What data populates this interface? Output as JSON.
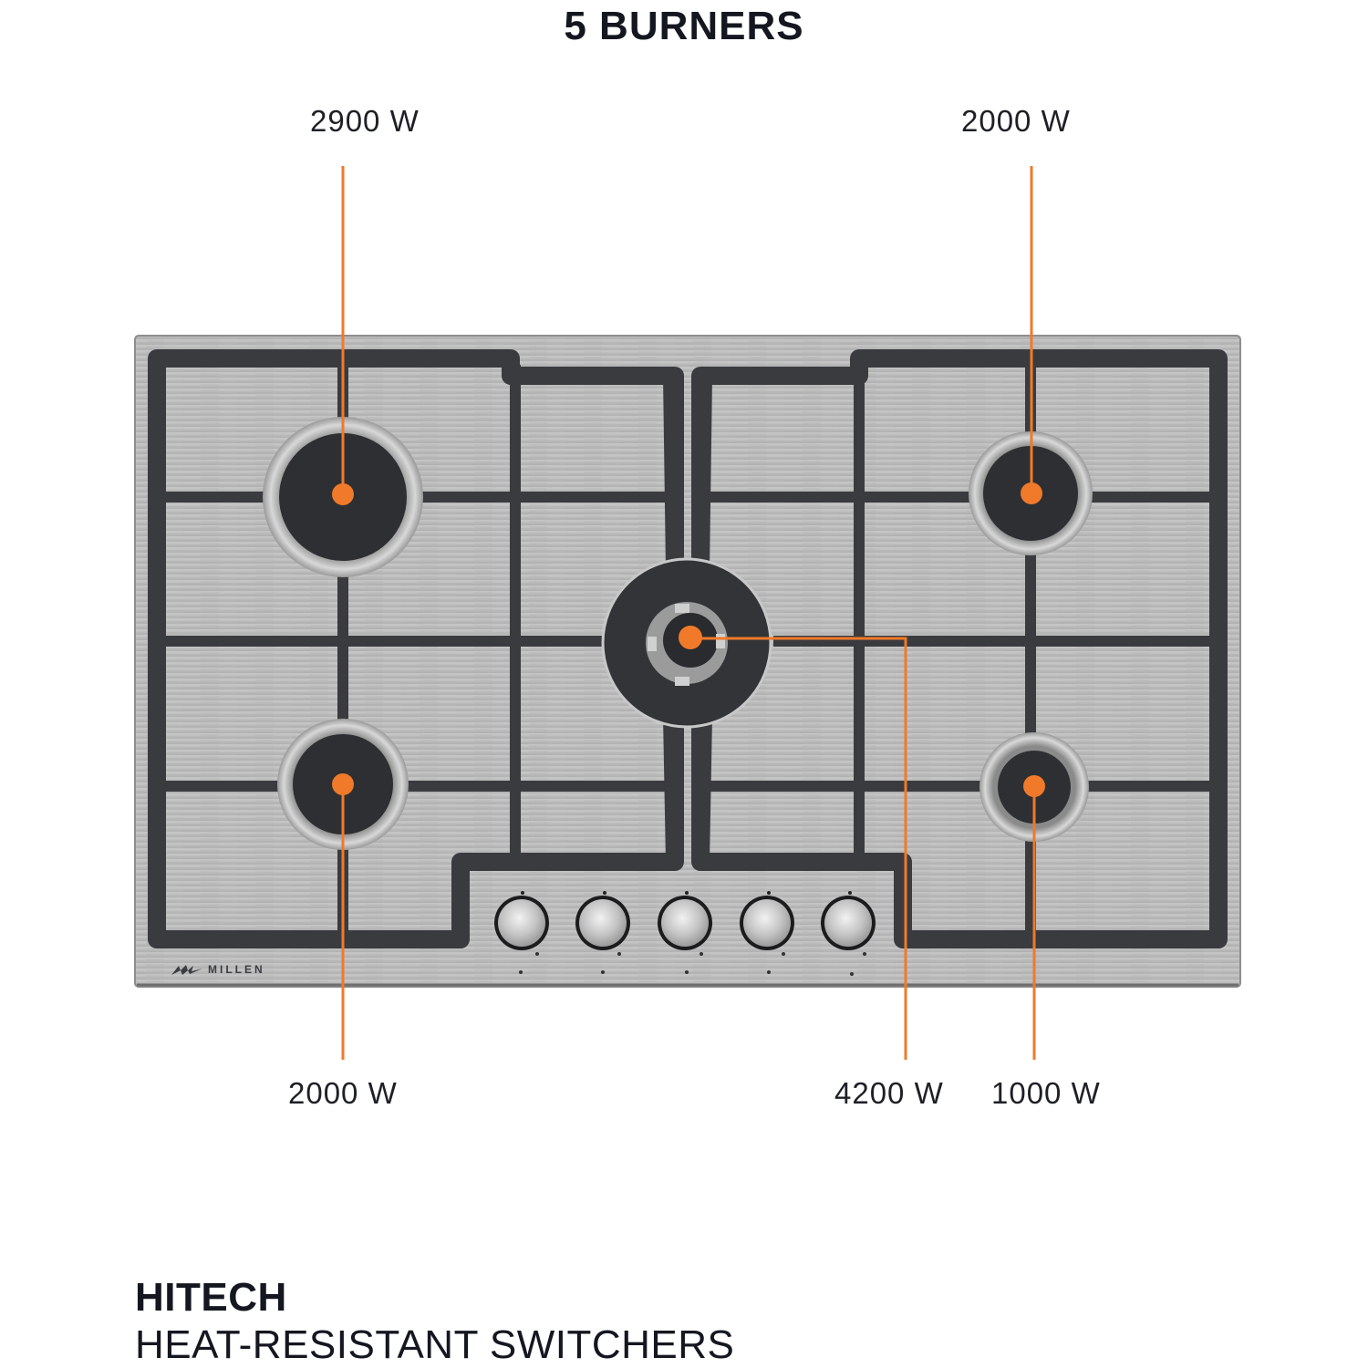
{
  "header": {
    "title": "5 BURNERS"
  },
  "burners": [
    {
      "id": "rear-left",
      "power_label": "2900 W",
      "position": "top-left"
    },
    {
      "id": "rear-right",
      "power_label": "2000 W",
      "position": "top-right"
    },
    {
      "id": "front-left",
      "power_label": "2000 W",
      "position": "bottom-left"
    },
    {
      "id": "center-wok",
      "power_label": "4200 W",
      "position": "bottom-center"
    },
    {
      "id": "front-right",
      "power_label": "1000 W",
      "position": "bottom-right"
    }
  ],
  "hob": {
    "brand": "MILLEN",
    "knob_count": 5,
    "surface": "stainless steel",
    "grate_color": "#3a3b3e"
  },
  "footer": {
    "title": "HITECH",
    "subtitle": "HEAT-RESISTANT SWITCHERS"
  },
  "colors": {
    "callout_orange": "#f07a2a",
    "steel": "#bcbcbc",
    "text": "#141720"
  }
}
